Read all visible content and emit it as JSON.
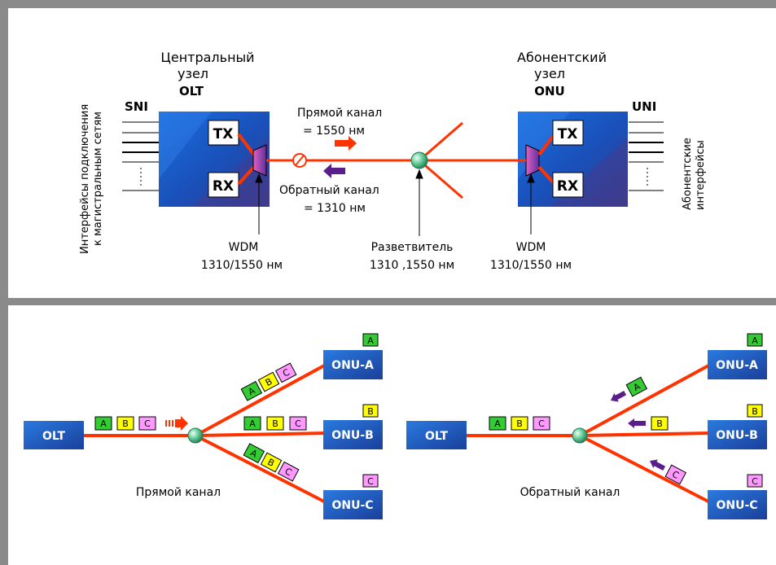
{
  "top": {
    "central_node": [
      "Центральный",
      "узел"
    ],
    "olt": "OLT",
    "subscriber_node": [
      "Абонентский",
      "узел"
    ],
    "onu": "ONU",
    "sni": "SNI",
    "uni": "UNI",
    "tx": "TX",
    "rx": "RX",
    "left_interfaces": [
      "Интерфейсы подключения",
      "к магистральным сетям"
    ],
    "right_interfaces": [
      "Абонентские",
      "интерфейсы"
    ],
    "forward_channel": [
      "Прямой канал",
      "= 1550 нм"
    ],
    "reverse_channel": [
      "Обратный канал",
      "= 1310 нм"
    ],
    "wdm_left": [
      "WDM",
      "1310/1550 нм"
    ],
    "splitter": [
      "Разветвитель",
      "1310 ,1550 нм"
    ],
    "wdm_right": [
      "WDM",
      "1310/1550 нм"
    ]
  },
  "bottom": {
    "forward_caption": "Прямой канал",
    "reverse_caption": "Обратный канал",
    "olt": "OLT",
    "onu_a": "ONU-A",
    "onu_b": "ONU-B",
    "onu_c": "ONU-C",
    "packet_a": "A",
    "packet_b": "B",
    "packet_c": "C"
  },
  "colors": {
    "frame": "#888888",
    "box_blue": "#1a5cc8",
    "fiber_red": "#ff3300",
    "packet_a": "#33cc33",
    "packet_b": "#ffff00",
    "packet_c": "#ff99ff",
    "down_arrow": "#ff3300",
    "up_arrow": "#5a1d8c",
    "splitter_green": "#66cc99"
  }
}
